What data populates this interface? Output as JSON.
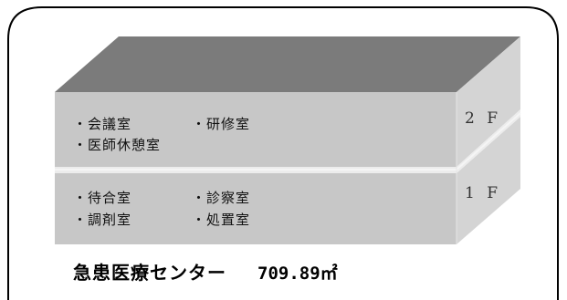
{
  "colors": {
    "top_face": "#7b7b7b",
    "side_face": "#d4d4d4",
    "front_face": "#c7c7c7",
    "edge_line": "#f5f5f5",
    "frame": "#000000"
  },
  "floors": [
    {
      "label": "2 F",
      "rooms": [
        "・会議室",
        "・研修室",
        "・医師休憩室"
      ]
    },
    {
      "label": "1 F",
      "rooms": [
        "・待合室",
        "・診察室",
        "・調剤室",
        "・処置室"
      ]
    }
  ],
  "building": {
    "name": "急患医療センター",
    "area": "709.89㎡"
  }
}
